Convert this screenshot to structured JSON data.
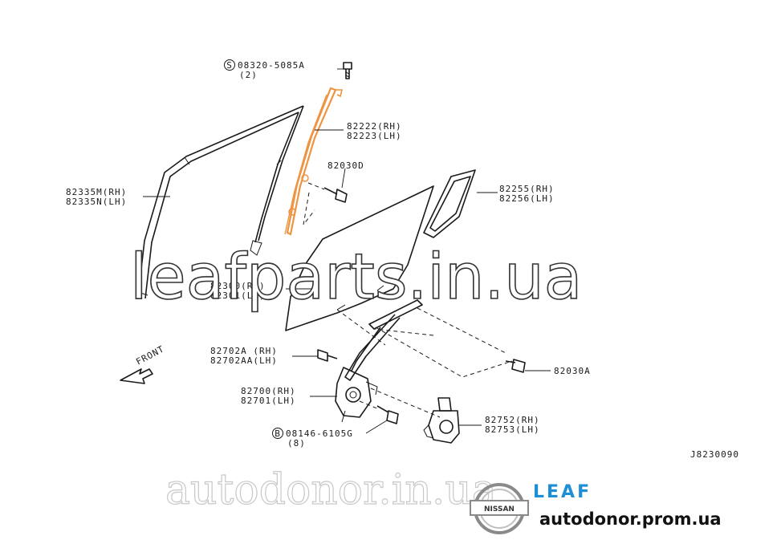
{
  "callouts": {
    "c1": {
      "l1": "08320-5085A",
      "l2": "(2)",
      "badge": "S"
    },
    "c2": {
      "l1": "82222(RH)",
      "l2": "82223(LH)"
    },
    "c3": {
      "l1": "82030D"
    },
    "c4": {
      "l1": "82335M(RH)",
      "l2": "82335N(LH)"
    },
    "c5": {
      "l1": "82255(RH)",
      "l2": "82256(LH)"
    },
    "c6": {
      "l1": "82300(RH)",
      "l2": "82301(LH)"
    },
    "c7": {
      "l1": "82702A (RH)",
      "l2": "82702AA(LH)"
    },
    "c8": {
      "l1": "82030A"
    },
    "c9": {
      "l1": "82700(RH)",
      "l2": "82701(LH)"
    },
    "c10": {
      "l1": "82752(RH)",
      "l2": "82753(LH)"
    },
    "c11": {
      "l1": "08146-6105G",
      "l2": "(8)",
      "badge": "B"
    }
  },
  "front_label": "FRONT",
  "diagram_code": "J8230090",
  "watermark_main": "leafparts.in.ua",
  "watermark_bottom": "autodonor.in.ua",
  "brand": {
    "nissan": "NISSAN",
    "leaf": "LEAF",
    "site": "autodonor.prom.ua"
  },
  "colors": {
    "highlight": "#ee9440",
    "leaf_blue": "#1d8fd6",
    "line": "#1a1a1a"
  }
}
